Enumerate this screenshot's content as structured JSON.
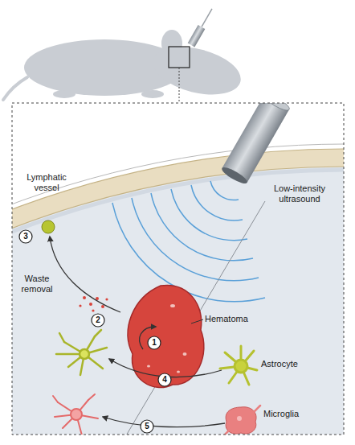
{
  "diagram": {
    "labels": [
      "Low-intensity ultrasound",
      "Lymphatic vessel",
      "3",
      "Waste removal",
      "2",
      "Hematoma",
      "1",
      "4",
      "Astrocyte",
      "5",
      "Microglia"
    ]
  }
}
